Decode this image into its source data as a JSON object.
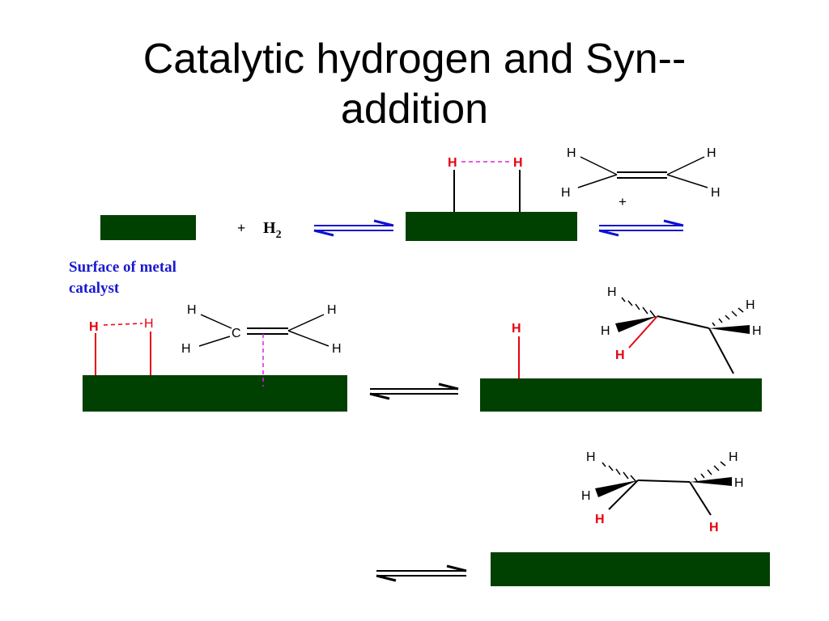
{
  "title": {
    "line1": "Catalytic hydrogen and Syn--",
    "line2": "addition"
  },
  "caption": {
    "line1": "Surface of metal",
    "line2": "catalyst"
  },
  "labels": {
    "plus": "+",
    "h2_base": "H",
    "h2_sub": "2",
    "h": "H",
    "c": "C"
  },
  "colors": {
    "surface": "#004000",
    "hydrogen_red": "#e8000e",
    "arrow_blue": "#1010d0",
    "bond_dashed": "#e020e0",
    "caption_blue": "#1a1ad0"
  },
  "icons": [
    "equilibrium-arrow-icon",
    "metal-surface"
  ]
}
